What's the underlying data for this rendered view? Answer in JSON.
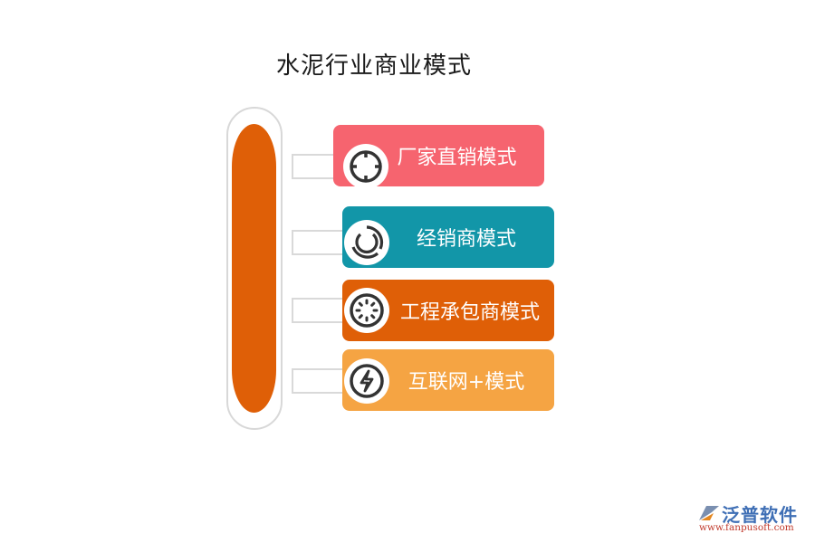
{
  "title": "水泥行业商业模式",
  "items": [
    {
      "label": "厂家直销模式",
      "icon": "crosshair-icon",
      "color": "#f6646f"
    },
    {
      "label": "经销商模式",
      "icon": "refresh-circle-icon",
      "color": "#1296a8"
    },
    {
      "label": "工程承包商模式",
      "icon": "loading-spinner-icon",
      "color": "#df5f07"
    },
    {
      "label": "互联网+模式",
      "icon": "lightning-icon",
      "color": "#f5a443"
    }
  ],
  "bar_color": "#df5f07",
  "watermark": {
    "name": "泛普软件",
    "url": "www.fanpusoft.com"
  }
}
